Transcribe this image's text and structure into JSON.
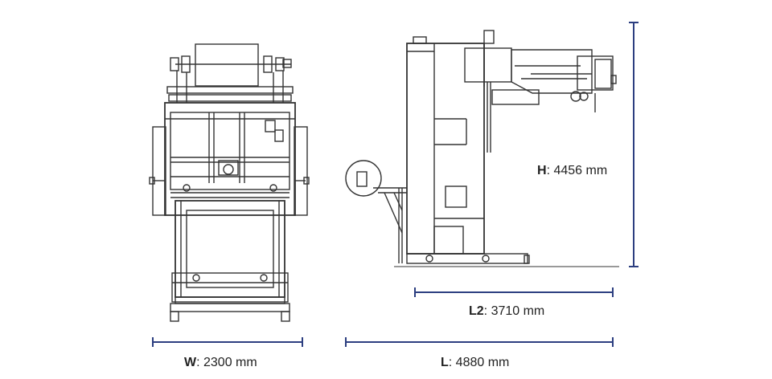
{
  "colors": {
    "line_art": "#333333",
    "dimension_lines": "#2c3e80",
    "text": "#222222"
  },
  "dimensions": {
    "width": {
      "key": "W",
      "value": ": 2300 mm"
    },
    "length": {
      "key": "L",
      "value": ": 4880 mm"
    },
    "length2": {
      "key": "L2",
      "value": ": 3710 mm"
    },
    "height": {
      "key": "H",
      "value": ": 4456 mm"
    }
  }
}
